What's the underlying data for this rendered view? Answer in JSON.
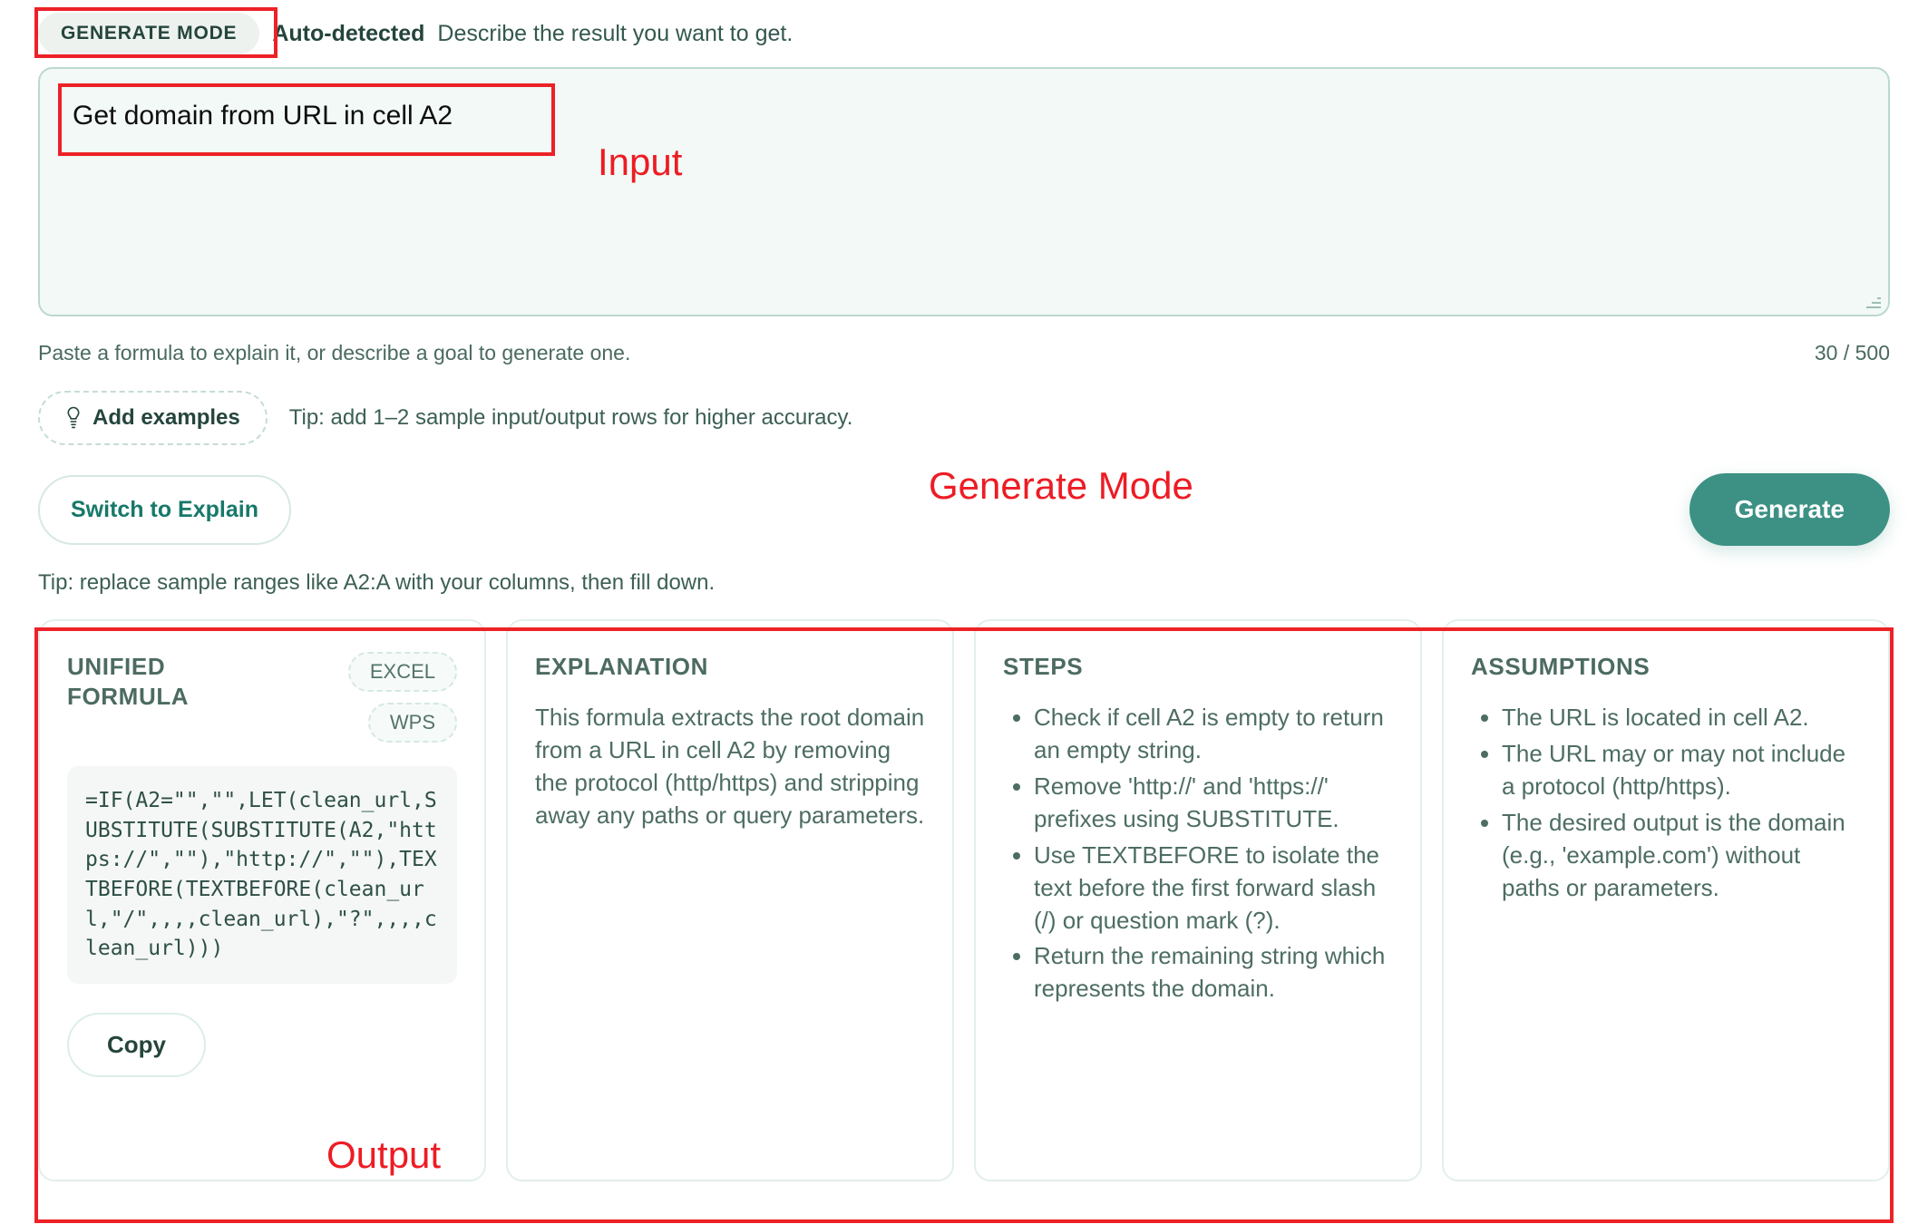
{
  "header": {
    "mode_badge": "GENERATE MODE",
    "auto_detected": "Auto-detected",
    "describe": "Describe the result you want to get."
  },
  "input": {
    "value": "Get domain from URL in cell A2",
    "placeholder": "Describe the result you want to get."
  },
  "helper": {
    "text": "Paste a formula to explain it, or describe a goal to generate one.",
    "counter": "30 / 500"
  },
  "examples": {
    "button_label": "Add examples",
    "icon": "lightbulb-icon",
    "tip": "Tip: add 1–2 sample input/output rows for higher accuracy."
  },
  "actions": {
    "switch_label": "Switch to Explain",
    "generate_label": "Generate"
  },
  "tip_line": "Tip: replace sample ranges like A2:A with your columns, then fill down.",
  "cards": {
    "formula": {
      "title": "UNIFIED FORMULA",
      "chips": [
        "EXCEL",
        "WPS"
      ],
      "code": "=IF(A2=\"\",\"\",LET(clean_url,SUBSTITUTE(SUBSTITUTE(A2,\"https://\",\"\"),\"http://\",\"\"),TEXTBEFORE(TEXTBEFORE(clean_url,\"/\",,,,clean_url),\"?\",,,,clean_url)))",
      "copy_label": "Copy"
    },
    "explanation": {
      "title": "EXPLANATION",
      "text": "This formula extracts the root domain from a URL in cell A2 by removing the protocol (http/https) and stripping away any paths or query parameters."
    },
    "steps": {
      "title": "STEPS",
      "items": [
        "Check if cell A2 is empty to return an empty string.",
        "Remove 'http://' and 'https://' prefixes using SUBSTITUTE.",
        "Use TEXTBEFORE to isolate the text before the first forward slash (/) or question mark (?).",
        "Return the remaining string which represents the domain."
      ]
    },
    "assumptions": {
      "title": "ASSUMPTIONS",
      "items": [
        "The URL is located in cell A2.",
        "The URL may or may not include a protocol (http/https).",
        "The desired output is the domain (e.g., 'example.com') without paths or parameters."
      ]
    }
  },
  "annotations": {
    "input_label": "Input",
    "generate_mode_label": "Generate Mode",
    "output_label": "Output",
    "color": "#ed1c24"
  },
  "colors": {
    "accent": "#3c9184",
    "link": "#17796a",
    "text": "#4d6d63",
    "panel_bg": "#f2f9f6",
    "card_border": "#e2efea"
  }
}
